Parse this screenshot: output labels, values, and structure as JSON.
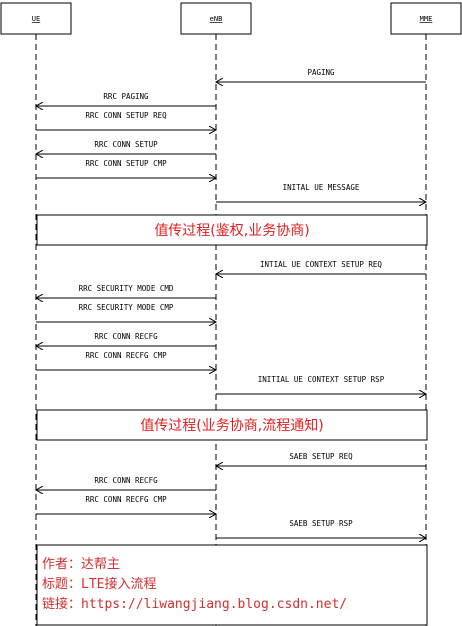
{
  "participants": [
    {
      "id": "ue",
      "label": "UE"
    },
    {
      "id": "enb",
      "label": "eNB"
    },
    {
      "id": "mme",
      "label": "MME"
    }
  ],
  "messages": [
    {
      "from": "mme",
      "to": "enb",
      "label": "PAGING"
    },
    {
      "from": "enb",
      "to": "ue",
      "label": "RRC PAGING"
    },
    {
      "from": "ue",
      "to": "enb",
      "label": "RRC CONN SETUP REQ"
    },
    {
      "from": "enb",
      "to": "ue",
      "label": "RRC CONN SETUP"
    },
    {
      "from": "ue",
      "to": "enb",
      "label": "RRC CONN SETUP CMP"
    },
    {
      "from": "enb",
      "to": "mme",
      "label": "INITAL UE MESSAGE"
    },
    {
      "from": "mme",
      "to": "enb",
      "label": "INTIAL UE CONTEXT SETUP REQ"
    },
    {
      "from": "enb",
      "to": "ue",
      "label": "RRC SECURITY MODE CMD"
    },
    {
      "from": "ue",
      "to": "enb",
      "label": "RRC SECURITY MODE CMP"
    },
    {
      "from": "enb",
      "to": "ue",
      "label": "RRC CONN RECFG"
    },
    {
      "from": "ue",
      "to": "enb",
      "label": "RRC CONN RECFG CMP"
    },
    {
      "from": "enb",
      "to": "mme",
      "label": "INITIAL UE CONTEXT SETUP RSP"
    },
    {
      "from": "mme",
      "to": "enb",
      "label": "SAEB SETUP REQ"
    },
    {
      "from": "enb",
      "to": "ue",
      "label": "RRC CONN RECFG"
    },
    {
      "from": "ue",
      "to": "enb",
      "label": "RRC CONN RECFG CMP"
    },
    {
      "from": "enb",
      "to": "mme",
      "label": "SAEB SETUP RSP"
    }
  ],
  "boxes": [
    {
      "label": "值传过程(鉴权,业务协商)"
    },
    {
      "label": "值传过程(业务协商,流程通知)"
    }
  ],
  "note": {
    "lines": [
      "作者：达帮主",
      "标题：LTE接入流程",
      "链接：https://liwangjiang.blog.csdn.net/"
    ]
  },
  "colors": {
    "line": "#000000",
    "box_text": "#e02020",
    "note_text": "#d03030"
  }
}
